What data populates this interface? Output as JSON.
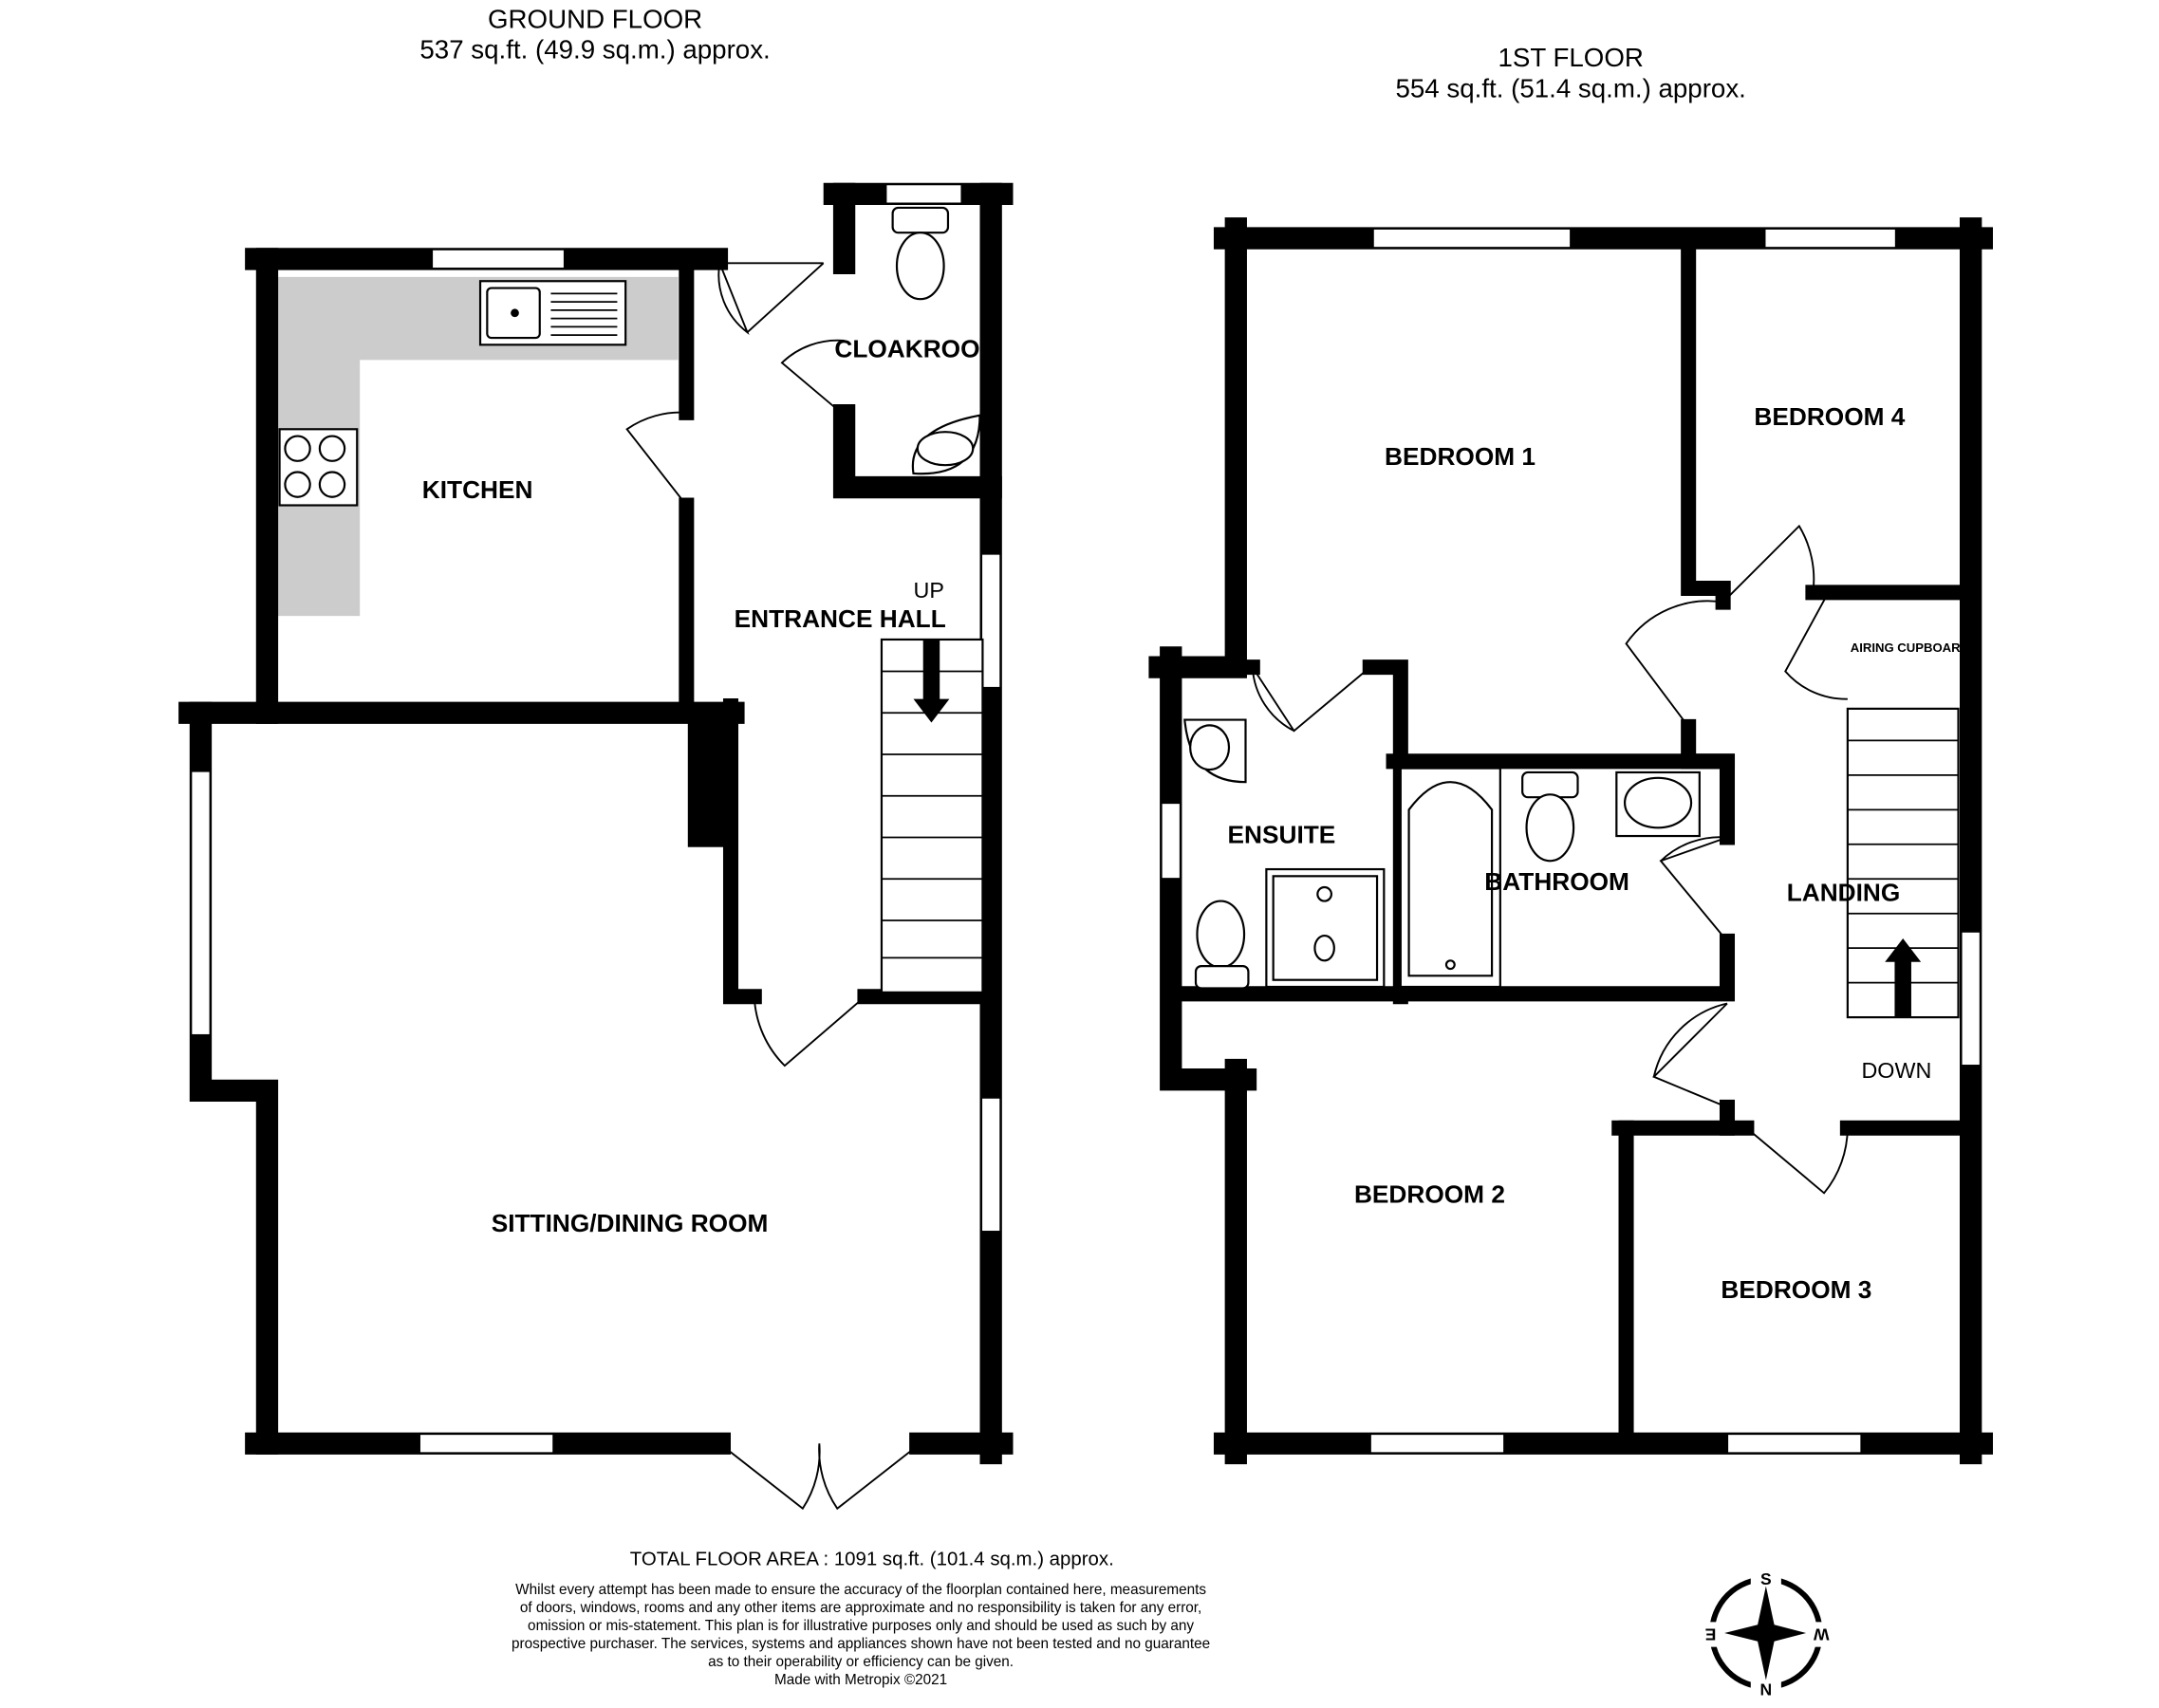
{
  "ground_floor": {
    "title": "GROUND FLOOR",
    "area": "537 sq.ft. (49.9 sq.m.) approx."
  },
  "first_floor": {
    "title": "1ST FLOOR",
    "area": "554 sq.ft. (51.4 sq.m.) approx."
  },
  "rooms": {
    "kitchen": "KITCHEN",
    "cloakroom": "CLOAKROOM",
    "entrance_hall": "ENTRANCE HALL",
    "sitting_dining": "SITTING/DINING ROOM",
    "bedroom1": "BEDROOM 1",
    "bedroom2": "BEDROOM 2",
    "bedroom3": "BEDROOM 3",
    "bedroom4": "BEDROOM 4",
    "ensuite": "ENSUITE",
    "bathroom": "BATHROOM",
    "landing": "LANDING",
    "airing_cupboard": "AIRING CUPBOARD"
  },
  "stairs": {
    "up": "UP",
    "down": "DOWN"
  },
  "footer": {
    "total": "TOTAL FLOOR AREA : 1091 sq.ft. (101.4 sq.m.) approx.",
    "disclaimer": [
      "Whilst every attempt has been made to ensure the accuracy of the floorplan contained here, measurements",
      "of doors, windows, rooms and any other items are approximate and no responsibility is taken for any error,",
      "omission or mis-statement. This plan is for illustrative purposes only and should be used as such by any",
      "prospective purchaser. The services, systems and appliances shown have not been tested and no guarantee",
      "as to their operability or efficiency can be given."
    ],
    "credit": "Made with Metropix ©2021"
  },
  "compass": {
    "top": "S",
    "right": "W",
    "bottom": "N",
    "left": "E"
  },
  "colors": {
    "wall": "#000000",
    "counter": "#cccccc"
  }
}
